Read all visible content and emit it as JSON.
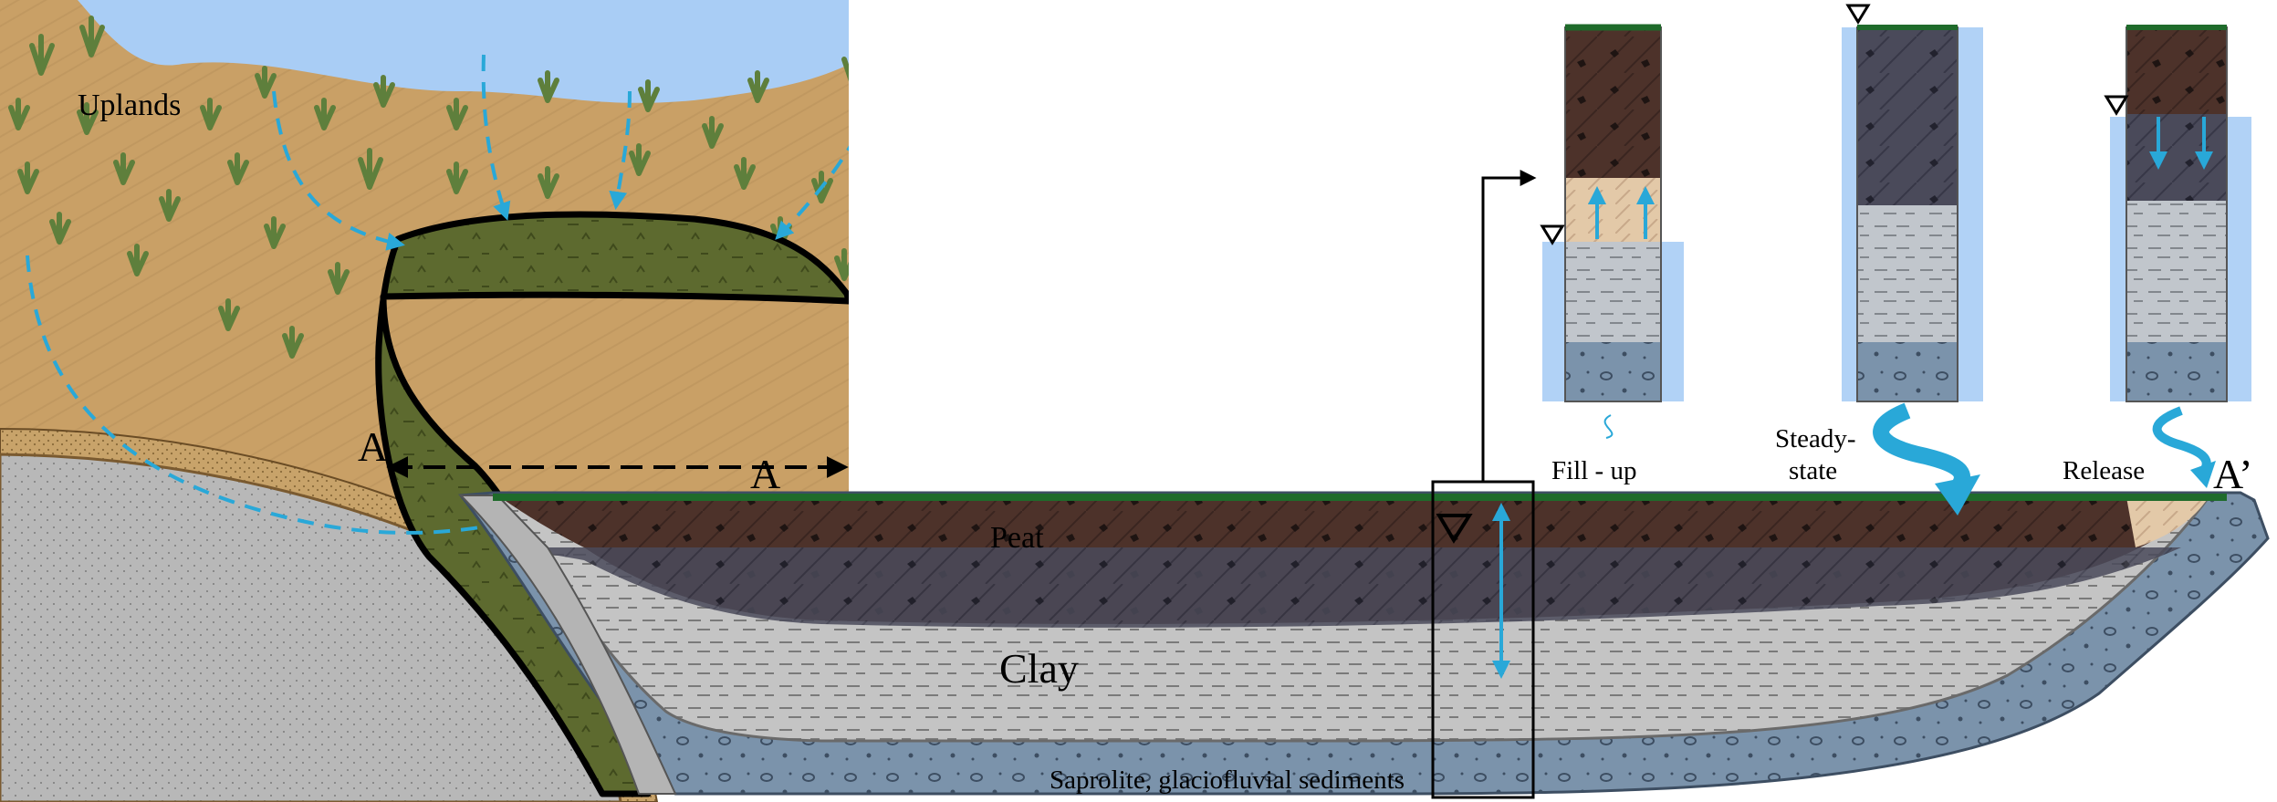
{
  "labels": {
    "uplands": "Uplands",
    "section_start_left": "A",
    "section_end_left": "A’",
    "section_start_right": "A",
    "section_end_right": "A’",
    "peat": "Peat",
    "clay": "Clay",
    "saprolite": "Saprolite, glaciofluvial sediments",
    "fill_up": "Fill - up",
    "steady_state_line1": "Steady-",
    "steady_state_line2": "state",
    "release": "Release"
  },
  "colors": {
    "sky": "#a9cdf5",
    "uplands": "#c9a066",
    "uplands_texture": "#b08650",
    "grass": "#5e7f3c",
    "peatland_green": "#5d6a2f",
    "peat_brown": "#4d322a",
    "clay_grey": "#c4c4c4",
    "saprolite_blue": "#7b93ab",
    "sand": "#c8a36a",
    "bedrock_grey": "#b8b8b8",
    "water_arrow": "#29a8d8",
    "water_table": "#a9cdf5",
    "surface_green": "#1f6b2b"
  }
}
